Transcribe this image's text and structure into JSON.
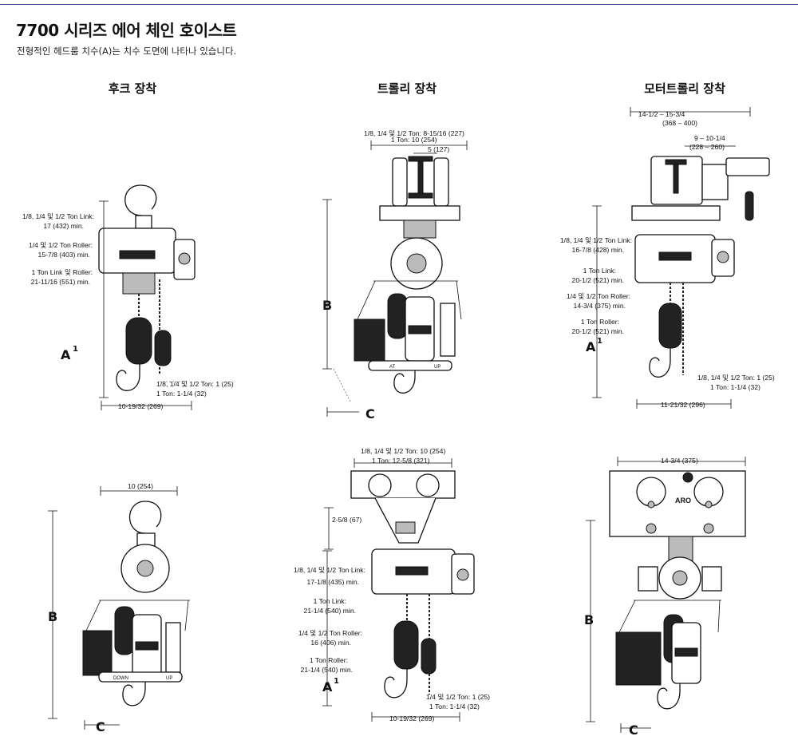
{
  "page": {
    "title": "7700 시리즈 에어 체인 호이스트",
    "subtitle": "전형적인 헤드룸 치수(A)는 치수 도면에 나타나 있습니다."
  },
  "headers": {
    "hook": "후크 장착",
    "trolley": "트롤리 장착",
    "motor_trolley": "모터트롤리 장착"
  },
  "hook_top": {
    "labels": [
      "1/8, 1/4 및 1/2 Ton Link:",
      "17 (432) min.",
      "1/4 및 1/2 Ton Roller:",
      "15-7/8 (403) min.",
      "1 Ton Link 및 Roller:",
      "21-11/16 (551) min."
    ],
    "a_letter": "A",
    "a_sup": "1",
    "side_note": [
      "1/8, 1/4 및 1/2 Ton: 1 (25)",
      "1 Ton: 1-1/4 (32)"
    ],
    "bottom_dim": "10-19/32 (269)"
  },
  "trolley_top": {
    "top_dims": [
      "1/8, 1/4 및 1/2 Ton:  8-15/16 (227)",
      "1 Ton: 10 (254)",
      "5 (127)"
    ],
    "b_letter": "B",
    "c_letter": "C",
    "pendant": [
      "AT",
      "UP"
    ]
  },
  "motor_top": {
    "top_dims": [
      "14-1/2 – 15-3/4",
      "(368 – 400)",
      "9 – 10-1/4",
      "(228 – 260)"
    ],
    "labels": [
      "1/8, 1/4 및 1/2 Ton Link:",
      "16-7/8 (428) min.",
      "1 Ton Link:",
      "20-1/2 (521) min.",
      "1/4 및 1/2 Ton Roller:",
      "14-3/4 (375) min.",
      "1 Ton Roller:",
      "20-1/2 (521) min."
    ],
    "a_letter": "A",
    "a_sup": "1",
    "side_note": [
      "1/8, 1/4 및 1/2 Ton: 1 (25)",
      "1 Ton: 1-1/4 (32)"
    ],
    "bottom_dim": "11-21/32 (296)"
  },
  "hook_bottom": {
    "top_dim": "10 (254)",
    "b_letter": "B",
    "c_letter": "C",
    "pendant": [
      "DOWN",
      "UP"
    ]
  },
  "trolley_bottom": {
    "top_dims": [
      "1/8, 1/4 및 1/2 Ton: 10 (254)",
      "1 Ton: 12-5/8 (321)"
    ],
    "side_dim": "2-5/8 (67)",
    "labels": [
      "1/8, 1/4 및 1/2 Ton Link:",
      "17-1/8 (435) min.",
      "1 Ton Link:",
      "21-1/4 (540) min.",
      "1/4 및 1/2 Ton Roller:",
      "16 (406) min.",
      "1 Ton Roller:",
      "21-1/4 (540) min."
    ],
    "a_letter": "A",
    "a_sup": "1",
    "side_note": [
      "1/4 및 1/2 Ton: 1 (25)",
      "1 Ton: 1-1/4 (32)"
    ],
    "bottom_dim": "10-19/32 (269)"
  },
  "motor_bottom": {
    "top_dim": "14-3/4 (375)",
    "brand": "ARO",
    "b_letter": "B",
    "c_letter": "C"
  }
}
